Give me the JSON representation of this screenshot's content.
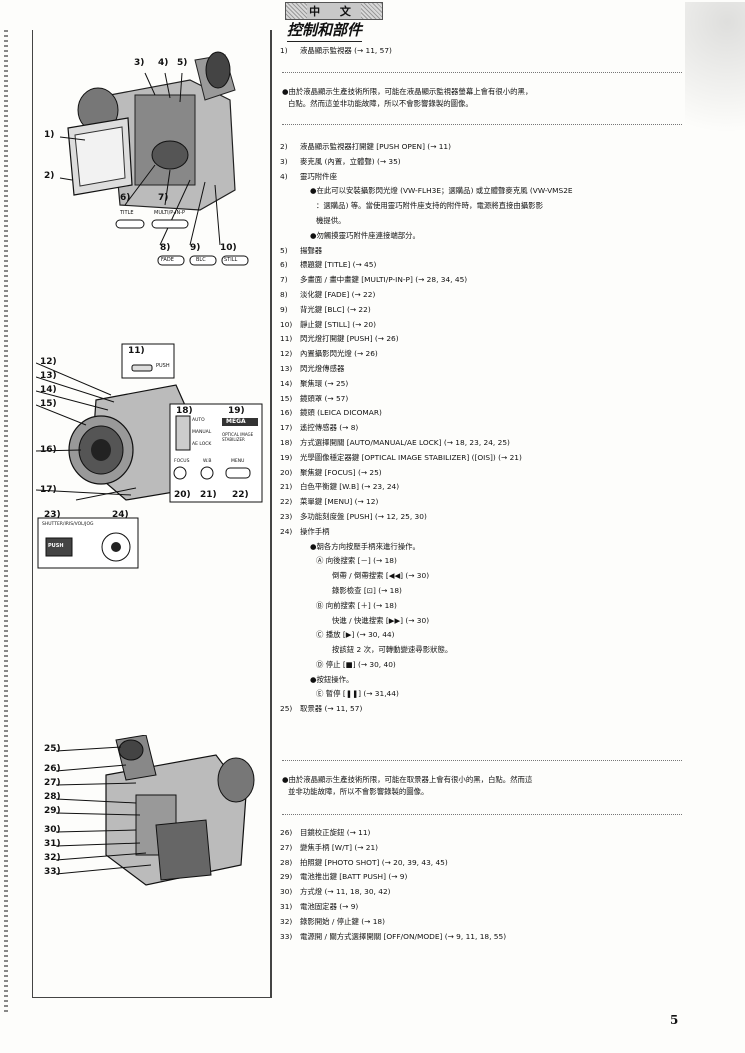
{
  "header": {
    "label": "中 文"
  },
  "title": "控制和部件",
  "items_a": [
    {
      "num": "1)",
      "text": "液晶顯示監視器 (→ 11, 57)"
    }
  ],
  "note1": [
    "●由於液晶顯示生產技術所限，可能在液晶顯示監視器螢幕上會有很小的黑，",
    "白點。然而這並非功能故障，所以不會影響錄製的圖像。"
  ],
  "items_b": [
    {
      "num": "2)",
      "text": "液晶顯示監視器打開鍵 [PUSH OPEN] (→ 11)",
      "cls": ""
    },
    {
      "num": "3)",
      "text": "麥克風 (內置，立體聲) (→ 35)",
      "cls": ""
    },
    {
      "num": "4)",
      "text": "靈巧附件座",
      "cls": ""
    },
    {
      "num": "",
      "text": "●在此可以安裝攝影閃光燈 (VW-FLH3E；選購品) 或立體聲麥克風 (VW-VMS2E",
      "cls": "sub"
    },
    {
      "num": "",
      "text": "：選購品) 等。當使用靈巧附件座支持的附件時，電源將直接由攝影影",
      "cls": "sub2"
    },
    {
      "num": "",
      "text": "機提供。",
      "cls": "sub2"
    },
    {
      "num": "",
      "text": "●勿觸摸靈巧附件座連接端部分。",
      "cls": "sub"
    },
    {
      "num": "5)",
      "text": "揚聲器",
      "cls": ""
    },
    {
      "num": "6)",
      "text": "標題鍵 [TITLE] (→ 45)",
      "cls": ""
    },
    {
      "num": "7)",
      "text": "多畫面 / 畫中畫鍵 [MULTI/P-IN-P] (→ 28, 34, 45)",
      "cls": ""
    },
    {
      "num": "8)",
      "text": "淡化鍵 [FADE] (→ 22)",
      "cls": ""
    },
    {
      "num": "9)",
      "text": "背光鍵 [BLC] (→ 22)",
      "cls": ""
    },
    {
      "num": "10)",
      "text": "靜止鍵 [STILL] (→ 20)",
      "cls": ""
    },
    {
      "num": "11)",
      "text": "閃光燈打開鍵 [PUSH] (→ 26)",
      "cls": ""
    },
    {
      "num": "12)",
      "text": "內置攝影閃光燈 (→ 26)",
      "cls": ""
    },
    {
      "num": "13)",
      "text": "閃光燈傳感器",
      "cls": ""
    },
    {
      "num": "14)",
      "text": "聚焦環 (→ 25)",
      "cls": ""
    },
    {
      "num": "15)",
      "text": "鏡頭罩 (→ 57)",
      "cls": ""
    },
    {
      "num": "16)",
      "text": "鏡頭 (LEICA DICOMAR)",
      "cls": ""
    },
    {
      "num": "17)",
      "text": "遙控傳感器 (→ 8)",
      "cls": ""
    },
    {
      "num": "18)",
      "text": "方式選擇開關 [AUTO/MANUAL/AE LOCK] (→ 18, 23, 24, 25)",
      "cls": ""
    },
    {
      "num": "19)",
      "text": "光學圖像穩定器鍵 [OPTICAL IMAGE STABILIZER] ([OIS]) (→ 21)",
      "cls": ""
    },
    {
      "num": "20)",
      "text": "聚焦鍵 [FOCUS] (→ 25)",
      "cls": ""
    },
    {
      "num": "21)",
      "text": "白色平衡鍵 [W.B] (→ 23, 24)",
      "cls": ""
    },
    {
      "num": "22)",
      "text": "菜單鍵 [MENU] (→ 12)",
      "cls": ""
    },
    {
      "num": "23)",
      "text": "多功能刻度盤 [PUSH] (→ 12, 25, 30)",
      "cls": ""
    },
    {
      "num": "24)",
      "text": "操作手柄",
      "cls": ""
    },
    {
      "num": "",
      "text": "●朝各方向按壓手柄來進行操作。",
      "cls": "sub"
    },
    {
      "num": "",
      "text": "Ⓐ 向後搜索 [－] (→ 18)",
      "cls": "sub2"
    },
    {
      "num": "",
      "text": "倒帶 / 倒帶搜索 [◀◀] (→ 30)",
      "cls": "sub3"
    },
    {
      "num": "",
      "text": "錄影檢查 [⊡] (→ 18)",
      "cls": "sub3"
    },
    {
      "num": "",
      "text": "Ⓑ 向前搜索 [＋] (→ 18)",
      "cls": "sub2"
    },
    {
      "num": "",
      "text": "快進 / 快進搜索 [▶▶] (→ 30)",
      "cls": "sub3"
    },
    {
      "num": "",
      "text": "Ⓒ 播放 [▶] (→ 30, 44)",
      "cls": "sub2"
    },
    {
      "num": "",
      "text": "按該鈕 2 次，可轉動變速尋影狀態。",
      "cls": "sub3"
    },
    {
      "num": "",
      "text": "Ⓓ 停止 [■] (→ 30, 40)",
      "cls": "sub2"
    },
    {
      "num": "",
      "text": "●按鈕操作。",
      "cls": "sub"
    },
    {
      "num": "",
      "text": "Ⓔ 暫停 [❚❚] (→ 31,44)",
      "cls": "sub2"
    },
    {
      "num": "25)",
      "text": "取景器 (→ 11, 57)",
      "cls": ""
    }
  ],
  "note2": [
    "●由於液晶顯示生產技術所限，可能在取景器上會有很小的黑，白點。然而這",
    "並非功能故障，所以不會影響錄製的圖像。"
  ],
  "items_c": [
    {
      "num": "26)",
      "text": "目鏡校正旋鈕 (→ 11)"
    },
    {
      "num": "27)",
      "text": "變焦手柄 [W/T] (→ 21)"
    },
    {
      "num": "28)",
      "text": "拍照鍵 [PHOTO SHOT] (→ 20, 39, 43, 45)"
    },
    {
      "num": "29)",
      "text": "電池推出鍵 [BATT PUSH] (→ 9)"
    },
    {
      "num": "30)",
      "text": "方式燈 (→ 11, 18, 30, 42)"
    },
    {
      "num": "31)",
      "text": "電池固定器 (→ 9)"
    },
    {
      "num": "32)",
      "text": "錄影開始 / 停止鍵 (→ 18)"
    },
    {
      "num": "33)",
      "text": "電源開 / 關方式選擇開關 [OFF/ON/MODE] (→ 9, 11, 18, 55)"
    }
  ],
  "figure_labels": {
    "fig1": [
      "1)",
      "2)",
      "3)",
      "4)",
      "5)",
      "6)",
      "7)",
      "8)",
      "9)",
      "10)"
    ],
    "fig1_buttons": [
      "TITLE",
      "MULTI/P-IN-P",
      "FADE",
      "BLC",
      "STILL"
    ],
    "fig2": [
      "11)",
      "12)",
      "13)",
      "14)",
      "15)",
      "16)",
      "17)",
      "18)",
      "19)",
      "20)",
      "21)",
      "22)",
      "23)",
      "24)"
    ],
    "fig2_texts": [
      "PUSH",
      "MEGA",
      "AUTO",
      "MANUAL",
      "AE LOCK",
      "OPTICAL IMAGE STABILIZER",
      "FOCUS",
      "W.B",
      "MENU",
      "SHUTTER/IRIS/VOL/JOG",
      "PUSH"
    ],
    "fig3": [
      "25)",
      "26)",
      "27)",
      "28)",
      "29)",
      "30)",
      "31)",
      "32)",
      "33)"
    ]
  },
  "page_number": "5"
}
